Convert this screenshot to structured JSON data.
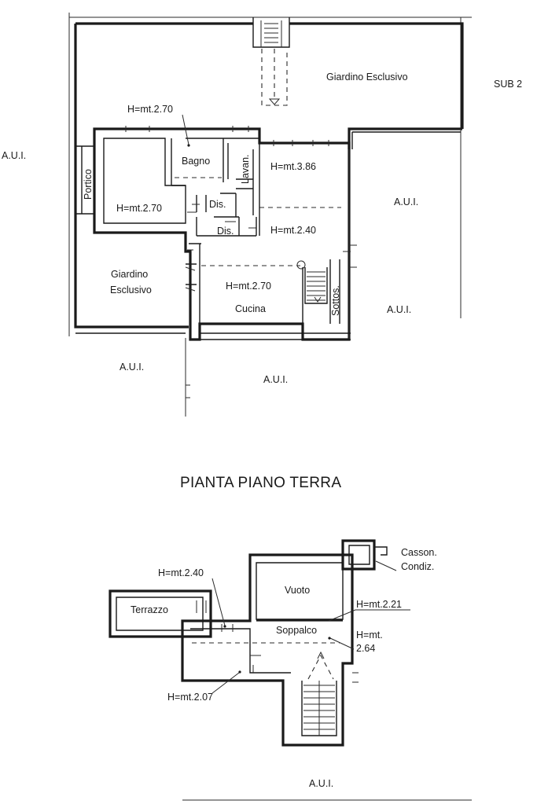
{
  "ground_floor": {
    "sub2": "SUB 2",
    "giardino_top": "Giardino Esclusivo",
    "aui_left": "A.U.I.",
    "aui_right_upper": "A.U.I.",
    "aui_right_lower": "A.U.I.",
    "aui_bottom_left": "A.U.I.",
    "aui_bottom_center": "A.U.I.",
    "portico": "Portico",
    "h_bagno": "H=mt.2.70",
    "bagno": "Bagno",
    "lavan": "Lavan.",
    "h_386": "H=mt.3.86",
    "h_left_room": "H=mt.2.70",
    "dis_1": "Dis.",
    "dis_2": "Dis.",
    "h_240": "H=mt.2.40",
    "giardino_left_1": "Giardino",
    "giardino_left_2": "Esclusivo",
    "h_cucina": "H=mt.2.70",
    "cucina": "Cucina",
    "sottos": "Sottos."
  },
  "floor_title": "PIANTA PIANO TERRA",
  "upper_floor": {
    "casson_1": "Casson.",
    "casson_2": "Condiz.",
    "h_240": "H=mt.2.40",
    "vuoto": "Vuoto",
    "terrazzo": "Terrazzo",
    "h_221": "H=mt.2.21",
    "soppalco": "Soppalco",
    "h_264_1": "H=mt.",
    "h_264_2": "2.64",
    "h_207": "H=mt.2.07",
    "aui_bottom": "A.U.I."
  }
}
